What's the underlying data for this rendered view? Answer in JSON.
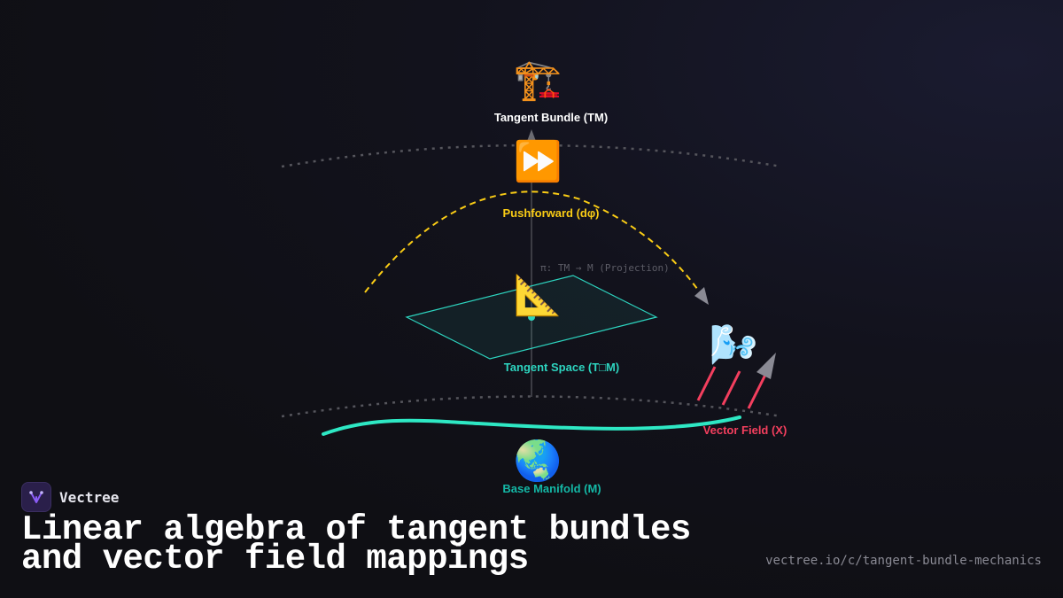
{
  "brand": {
    "name": "Vectree",
    "logo_icon": "branching-tree-icon",
    "logo_color": "#8b5cf6"
  },
  "title": "Linear algebra of tangent bundles and vector field mappings",
  "url": "vectree.io/c/tangent-bundle-mechanics",
  "diagram": {
    "nodes": {
      "tangent_bundle": {
        "icon": "🏗️",
        "icon_name": "construction-crane-icon",
        "label": "Tangent Bundle (TM)",
        "color": "#ffffff"
      },
      "pushforward": {
        "icon": "⏩",
        "icon_name": "fast-forward-icon",
        "label": "Pushforward (dφ)",
        "color": "#facc15"
      },
      "tangent_space": {
        "icon": "📐",
        "icon_name": "triangular-ruler-icon",
        "label": "Tangent Space (T□M)",
        "color": "#2dd4bf"
      },
      "vector_field": {
        "icon": "🌬️",
        "icon_name": "wind-face-icon",
        "label": "Vector Field (X)",
        "color": "#f43f5e"
      },
      "base_manifold": {
        "icon": "🌏",
        "icon_name": "globe-icon",
        "label": "Base Manifold (M)",
        "color": "#14b8a6"
      }
    },
    "projection_label": "π: TM → M (Projection)",
    "colors": {
      "manifold_curve": "#2ee8c4",
      "plane_stroke": "#2dd4bf",
      "arc": "#facc15",
      "vectors": "#f43f5e",
      "dotted": "#55555c"
    }
  }
}
